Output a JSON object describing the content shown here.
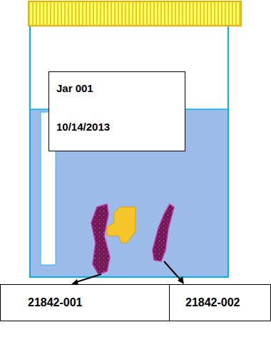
{
  "diagram": {
    "nodes": [
      {
        "text": [
          "Jar 001",
          "10/14/2013"
        ]
      }
    ],
    "labels": [
      "21842-001",
      "21842-002"
    ]
  }
}
